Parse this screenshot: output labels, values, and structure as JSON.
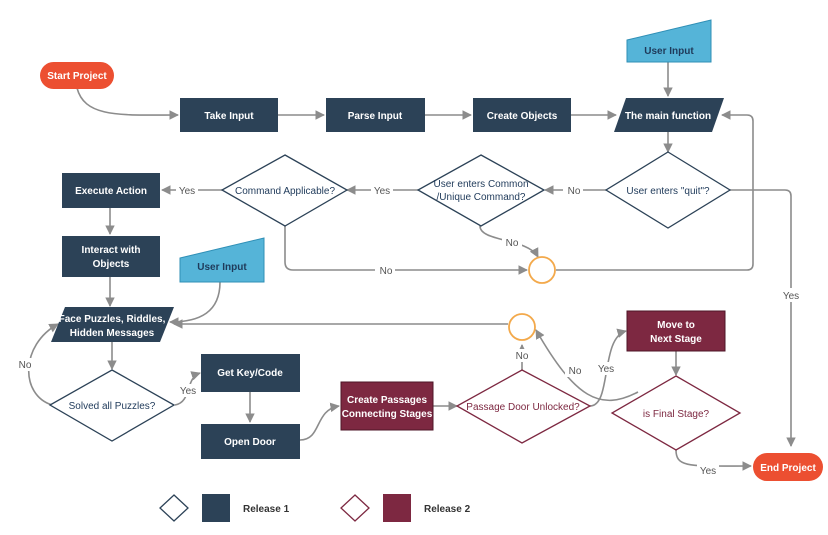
{
  "colors": {
    "release1": "#2c4257",
    "release2": "#7d2841",
    "terminal": "#ec4f31",
    "input": "#55b4d8",
    "connector": "#f3a94b"
  },
  "nodes": {
    "start": "Start Project",
    "take_input": "Take Input",
    "parse_input": "Parse Input",
    "create_objects": "Create Objects",
    "main_function": "The main function",
    "user_input_top": "User Input",
    "user_enters_quit": "User enters \"quit\"?",
    "user_enters_command": [
      "User enters Common",
      "/Unique Command?"
    ],
    "command_applicable": "Command Applicable?",
    "execute_action": "Execute Action",
    "interact_objects": [
      "Interact with",
      "Objects"
    ],
    "user_input_mid": "User Input",
    "face_puzzles": [
      "Face Puzzles, Riddles,",
      "Hidden Messages"
    ],
    "solved_all": "Solved all Puzzles?",
    "get_key": "Get Key/Code",
    "open_door": "Open Door",
    "create_passages": [
      "Create Passages",
      "Connecting Stages"
    ],
    "passage_unlocked": "Passage Door Unlocked?",
    "move_next": [
      "Move to",
      "Next Stage"
    ],
    "is_final": "is Final Stage?",
    "end": "End Project"
  },
  "edges": {
    "yes": "Yes",
    "no": "No"
  },
  "legend": {
    "release1": "Release 1",
    "release2": "Release 2"
  }
}
